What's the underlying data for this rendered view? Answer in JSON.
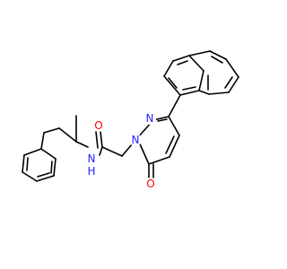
{
  "molecule": {
    "colors": {
      "bond": "#000000",
      "nitrogen": "#2222ff",
      "oxygen": "#ff0000",
      "background": "#ffffff"
    },
    "atom_labels": {
      "amide_o": "O",
      "amide_n": "N",
      "amide_h": "H",
      "ring_n1": "N",
      "ring_n2": "N",
      "ring_o": "O"
    }
  }
}
